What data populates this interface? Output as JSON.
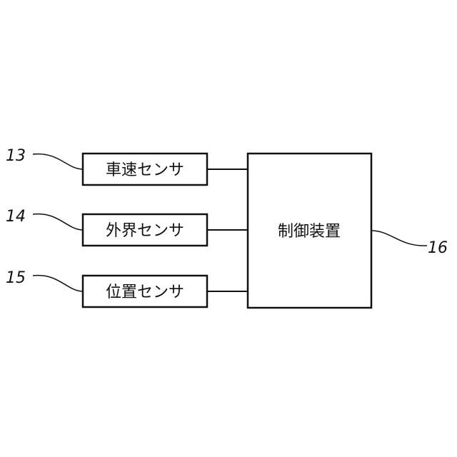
{
  "sensors": [
    {
      "ref": "13",
      "label": "車速センサ"
    },
    {
      "ref": "14",
      "label": "外界センサ"
    },
    {
      "ref": "15",
      "label": "位置センサ"
    }
  ],
  "controller": {
    "ref": "16",
    "label": "制御装置"
  }
}
